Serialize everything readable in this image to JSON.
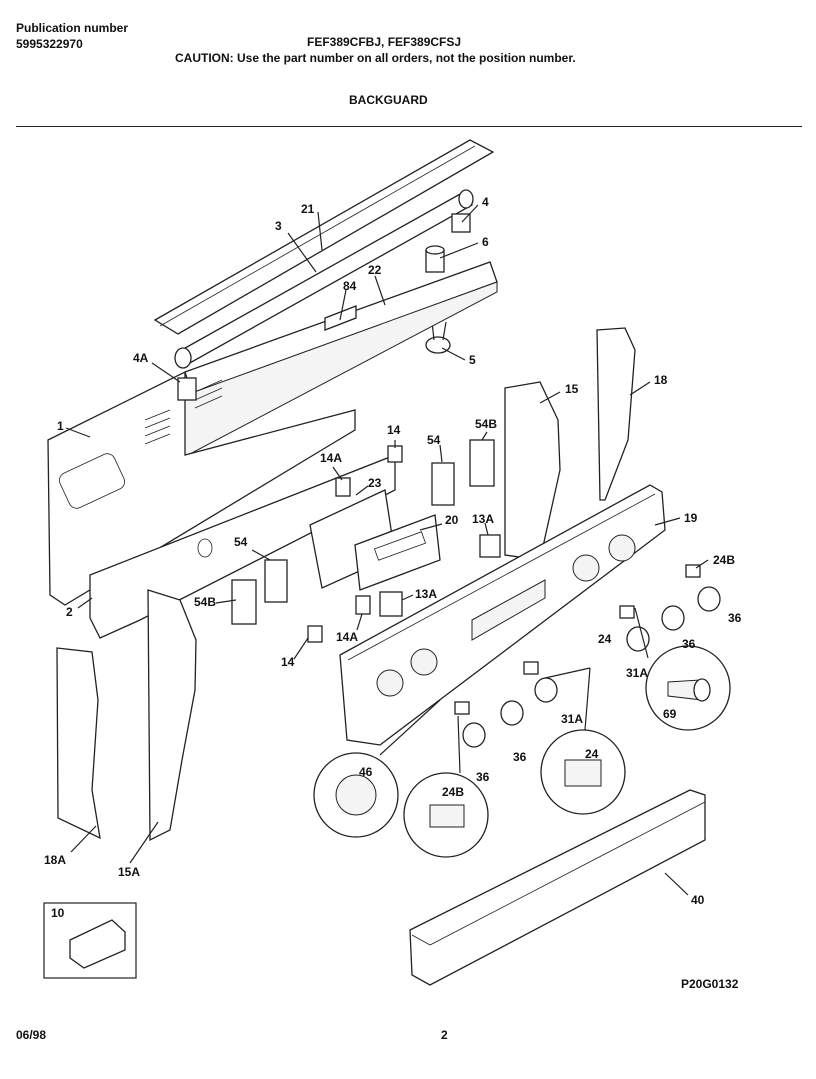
{
  "header": {
    "publication_label": "Publication number",
    "publication_number": "5995322970",
    "models": "FEF389CFBJ, FEF389CFSJ",
    "caution": "CAUTION:  Use the part number on all orders, not the position number.",
    "section_title": "BACKGUARD"
  },
  "diagram": {
    "figure_code": "P20G0132",
    "callouts": [
      "21",
      "3",
      "4",
      "6",
      "22",
      "84",
      "4A",
      "5",
      "1",
      "15",
      "18",
      "14",
      "54",
      "54B",
      "14A",
      "23",
      "20",
      "13A",
      "19",
      "24B",
      "54",
      "54B",
      "13A",
      "14A",
      "14",
      "2",
      "36",
      "24",
      "36",
      "31A",
      "69",
      "31A",
      "24",
      "46",
      "36",
      "24B",
      "36",
      "18A",
      "15A",
      "40",
      "10"
    ]
  },
  "footer": {
    "date": "06/98",
    "page": "2"
  }
}
